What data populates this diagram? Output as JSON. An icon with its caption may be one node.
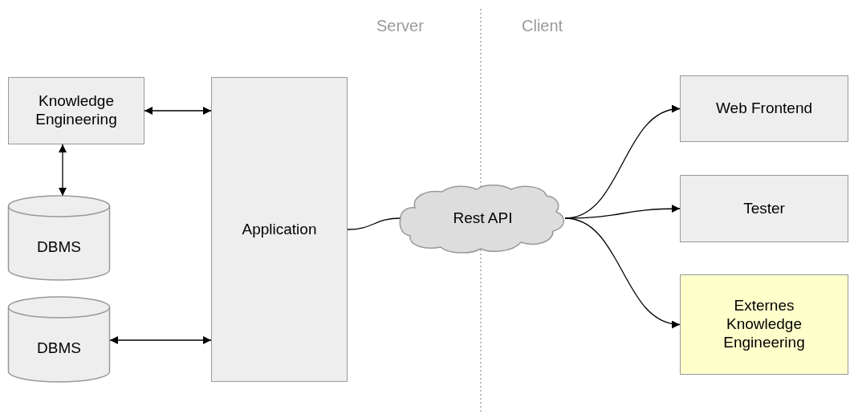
{
  "diagram": {
    "nodes": [
      {
        "text": [
          "Knowledge Engineering"
        ]
      },
      {
        "text": [
          "DBMS"
        ]
      },
      {
        "text": [
          "DBMS"
        ]
      },
      {
        "text": [
          "Application"
        ]
      },
      {
        "text": [
          "Rest API"
        ]
      },
      {
        "text": [
          "Web Frontend"
        ]
      },
      {
        "text": [
          "Tester"
        ]
      },
      {
        "text": [
          "Externes Knowledge Engineering"
        ]
      }
    ],
    "edges": [
      {
        "from": 0,
        "to": 3,
        "arrow": "both"
      },
      {
        "from": 0,
        "to": 1,
        "arrow": "both"
      },
      {
        "from": 2,
        "to": 3,
        "arrow": "both"
      },
      {
        "from": 3,
        "to": 4,
        "arrow": "none"
      },
      {
        "from": 4,
        "to": 5,
        "arrow": "to"
      },
      {
        "from": 4,
        "to": 6,
        "arrow": "to"
      },
      {
        "from": 4,
        "to": 7,
        "arrow": "to"
      }
    ],
    "labels": [
      "Server",
      "Client"
    ]
  }
}
